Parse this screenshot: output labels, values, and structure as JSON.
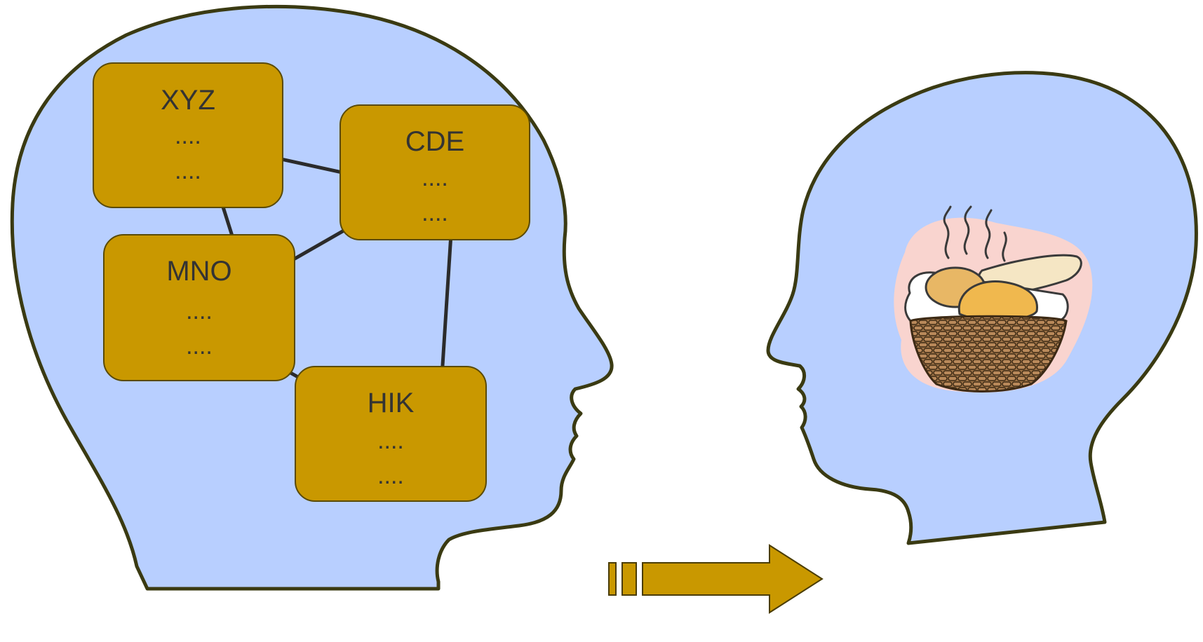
{
  "concept_boxes": [
    {
      "title": "XYZ",
      "line1": "....",
      "line2": "...."
    },
    {
      "title": "CDE",
      "line1": "....",
      "line2": "...."
    },
    {
      "title": "MNO",
      "line1": "....",
      "line2": "...."
    },
    {
      "title": "HIK",
      "line1": "....",
      "line2": "...."
    }
  ],
  "colors": {
    "head_fill": "#b8cfff",
    "head_outline": "#3a3a12",
    "box_fill": "#c99800",
    "box_border": "#5a4a00",
    "arrow": "#2b2b2b",
    "transition_arrow_fill": "#c99800"
  },
  "icons": {
    "left_head": "human-head-profile-icon",
    "right_head": "human-head-profile-icon",
    "transition": "right-arrow-icon",
    "thought": "bread-basket-icon"
  }
}
